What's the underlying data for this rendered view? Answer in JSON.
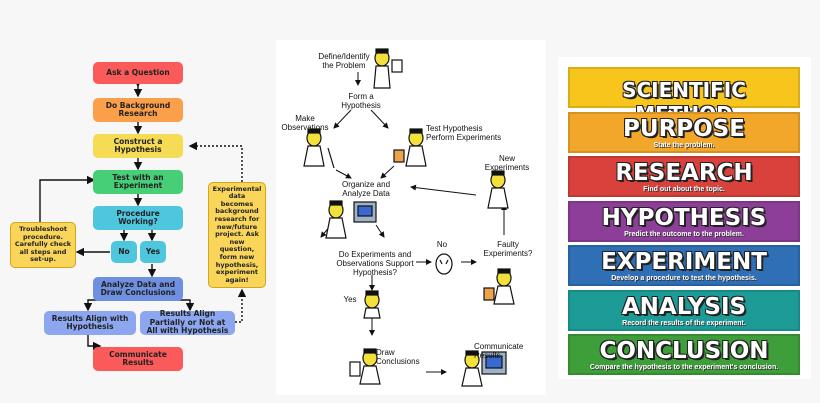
{
  "flowchart": {
    "ask": "Ask a Question",
    "background": "Do Background Research",
    "hypothesis": "Construct a Hypothesis",
    "test": "Test with an Experiment",
    "procedure": "Procedure Working?",
    "no": "No",
    "yes": "Yes",
    "troubleshoot": "Troubleshoot procedure. Carefully check all steps and set-up.",
    "analyze": "Analyze Data and Draw Conclusions",
    "align": "Results Align with Hypothesis",
    "partial": "Results Align Partially or Not at All with Hypothesis",
    "communicate": "Communicate Results",
    "experimental_note": "Experimental data becomes background research for new/future project. Ask new question, form new hypothesis, experiment again!"
  },
  "cycle": {
    "define": "Define/Identify the Problem",
    "form": "Form a Hypothesis",
    "make_obs": "Make Observations",
    "test": "Test Hypothesis Perform Experiments",
    "organize": "Organize and Analyze Data",
    "new_exp": "New Experiments",
    "support": "Do Experiments and Observations Support Hypothesis?",
    "no": "No",
    "faulty": "Faulty Experiments?",
    "yes": "Yes",
    "draw": "Draw Conclusions",
    "communicate": "Communicate Results"
  },
  "poster": {
    "bands": [
      {
        "title": "SCIENTIFIC METHOD",
        "sub": "",
        "color": "#f7c51b"
      },
      {
        "title": "PURPOSE",
        "sub": "State the problem.",
        "color": "#f2a72a"
      },
      {
        "title": "RESEARCH",
        "sub": "Find out about the topic.",
        "color": "#d8413c"
      },
      {
        "title": "HYPOTHESIS",
        "sub": "Predict the outcome to the problem.",
        "color": "#8c3e98"
      },
      {
        "title": "EXPERIMENT",
        "sub": "Develop a procedure to test the hypothesis.",
        "color": "#2e6fb6"
      },
      {
        "title": "ANALYSIS",
        "sub": "Record the results of the experiment.",
        "color": "#1d9c97"
      },
      {
        "title": "CONCLUSION",
        "sub": "Compare the hypothesis to the experiment's conclusion.",
        "color": "#3d9e3a"
      }
    ]
  }
}
